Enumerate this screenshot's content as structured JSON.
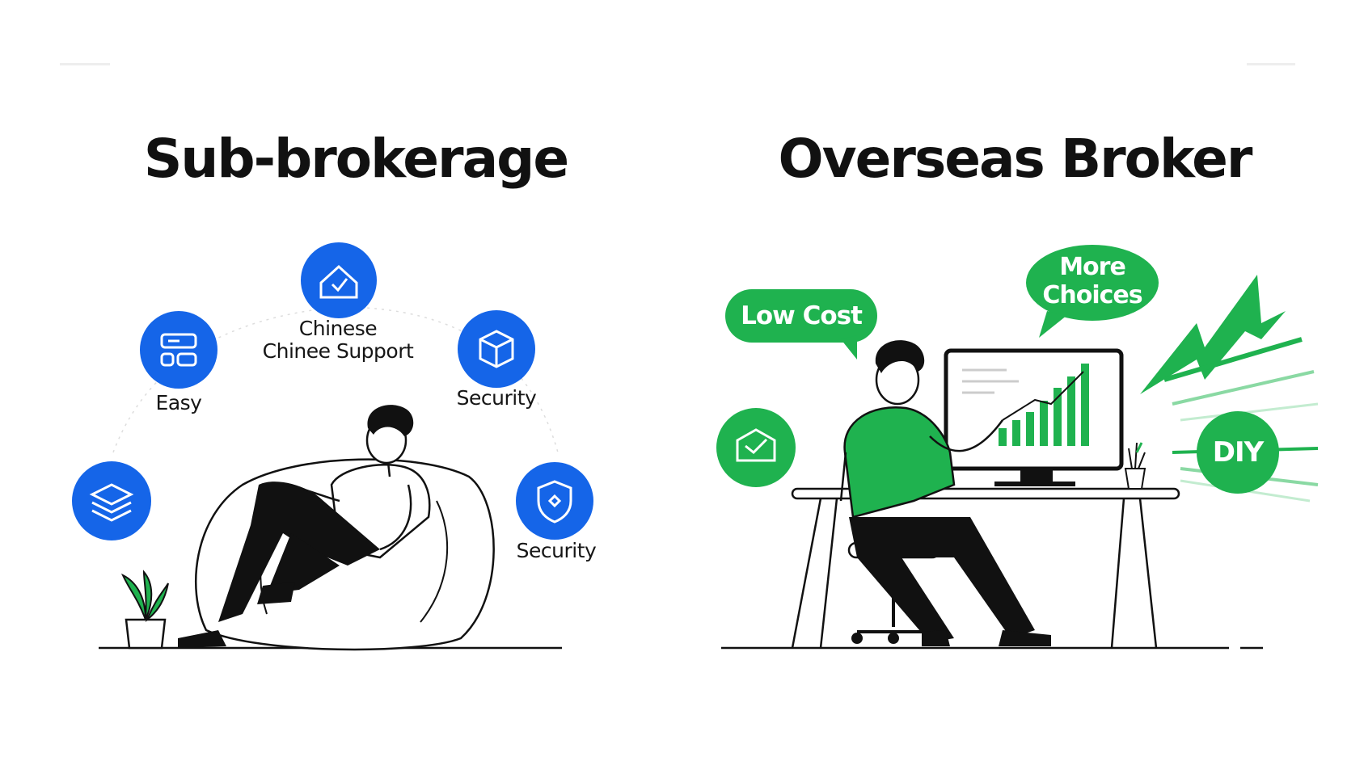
{
  "left_panel": {
    "title": "Sub-brokerage",
    "accent_color": "#1565e8",
    "features": [
      {
        "label": "Easy",
        "icon": "id-card-icon"
      },
      {
        "label": "Chinese\nChinee Support",
        "icon": "house-support-icon"
      },
      {
        "label": "Security",
        "icon": "cube-icon"
      },
      {
        "label": "",
        "icon": "layers-icon"
      },
      {
        "label": "Security",
        "icon": "shield-icon"
      }
    ]
  },
  "right_panel": {
    "title": "Overseas Broker",
    "accent_color": "#1fb24f",
    "bubbles": [
      {
        "label": "Low Cost",
        "icon": "speech-bubble"
      },
      {
        "label": "More\nChoices",
        "icon": "speech-bubble"
      },
      {
        "label": "DIY",
        "icon": "circle-badge"
      },
      {
        "label": "",
        "icon": "message-check-icon"
      }
    ]
  }
}
